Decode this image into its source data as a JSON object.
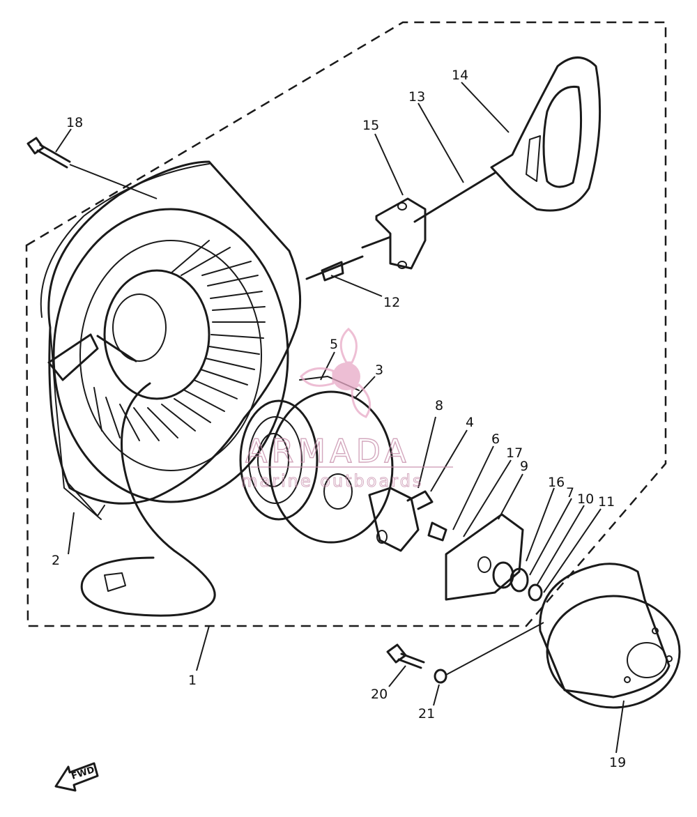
{
  "callouts": {
    "c1": "1",
    "c2": "2",
    "c3": "3",
    "c4": "4",
    "c5": "5",
    "c6": "6",
    "c7": "7",
    "c8": "8",
    "c9": "9",
    "c10": "10",
    "c11": "11",
    "c12": "12",
    "c13": "13",
    "c14": "14",
    "c15": "15",
    "c16": "16",
    "c17": "17",
    "c18": "18",
    "c19": "19",
    "c20": "20",
    "c21": "21"
  },
  "forward_arrow": {
    "label": "FWD"
  },
  "watermark": {
    "brand": "ARMADA",
    "tagline": "marine outboards",
    "color": "#e8a9c6"
  },
  "colors": {
    "ink": "#1a1a1a",
    "background": "#ffffff",
    "watermark": "#e8a9c6"
  }
}
